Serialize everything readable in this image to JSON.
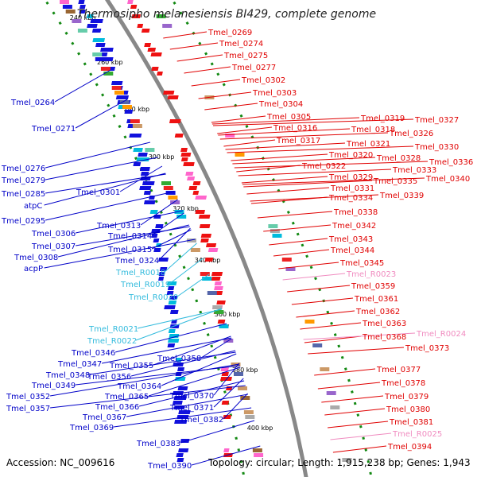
{
  "title": "Thermosipho melanesiensis BI429, complete genome",
  "footer": {
    "accession": "Accession: NC_009616",
    "topology": "Topology: circular; Length: 1,915,238 bp; Genes: 1,943"
  },
  "colors": {
    "left_labels": "#0000c8",
    "right_labels": "#e00000",
    "rna_cyan": "#33bbdd",
    "rna_pink": "#f08cc0",
    "skew_green": "#118811",
    "backbone": "#888888"
  },
  "kbp_ticks": [
    "240 kbp",
    "260 kbp",
    "280 kbp",
    "300 kbp",
    "320 kbp",
    "340 kbp",
    "360 kbp",
    "380 kbp",
    "400 kbp"
  ],
  "left_labels": [
    "Tmel_0264",
    "Tmel_0271",
    "Tmel_0276",
    "Tmel_0279",
    "Tmel_0285",
    "atpC",
    "Tmel_0295",
    "Tmel_0301",
    "Tmel_0306",
    "Tmel_0307",
    "Tmel_0308",
    "acpP",
    "Tmel_0313",
    "Tmel_0314",
    "Tmel_0315",
    "Tmel_0324",
    "Tmel_R0018",
    "Tmel_R0019",
    "Tmel_R0020",
    "Tmel_R0021",
    "Tmel_R0022",
    "Tmel_0346",
    "Tmel_0347",
    "Tmel_0348",
    "Tmel_0349",
    "Tmel_0352",
    "Tmel_0355",
    "Tmel_0356",
    "Tmel_0357",
    "Tmel_0358",
    "Tmel_0364",
    "Tmel_0365",
    "Tmel_0366",
    "Tmel_0367",
    "Tmel_0369",
    "Tmel_0370",
    "Tmel_0371",
    "Tmel_0382",
    "Tmel_0383",
    "Tmel_0390"
  ],
  "right_labels": [
    "Tmel_0269",
    "Tmel_0274",
    "Tmel_0275",
    "Tmel_0277",
    "Tmel_0302",
    "Tmel_0303",
    "Tmel_0304",
    "Tmel_0305",
    "Tmel_0316",
    "Tmel_0317",
    "Tmel_0318",
    "Tmel_0319",
    "Tmel_0320",
    "Tmel_0321",
    "Tmel_0322",
    "Tmel_0326",
    "Tmel_0327",
    "Tmel_0328",
    "Tmel_0329",
    "Tmel_0330",
    "Tmel_0331",
    "Tmel_0333",
    "Tmel_0334",
    "Tmel_0335",
    "Tmel_0336",
    "Tmel_0338",
    "Tmel_0339",
    "Tmel_0340",
    "Tmel_0342",
    "Tmel_0343",
    "Tmel_0344",
    "Tmel_0345",
    "Tmel_R0023",
    "Tmel_0359",
    "Tmel_0361",
    "Tmel_0362",
    "Tmel_0363",
    "Tmel_0368",
    "Tmel_R0024",
    "Tmel_0373",
    "Tmel_0377",
    "Tmel_0378",
    "Tmel_0379",
    "Tmel_0380",
    "Tmel_0381",
    "Tmel_R0025",
    "Tmel_0394"
  ]
}
